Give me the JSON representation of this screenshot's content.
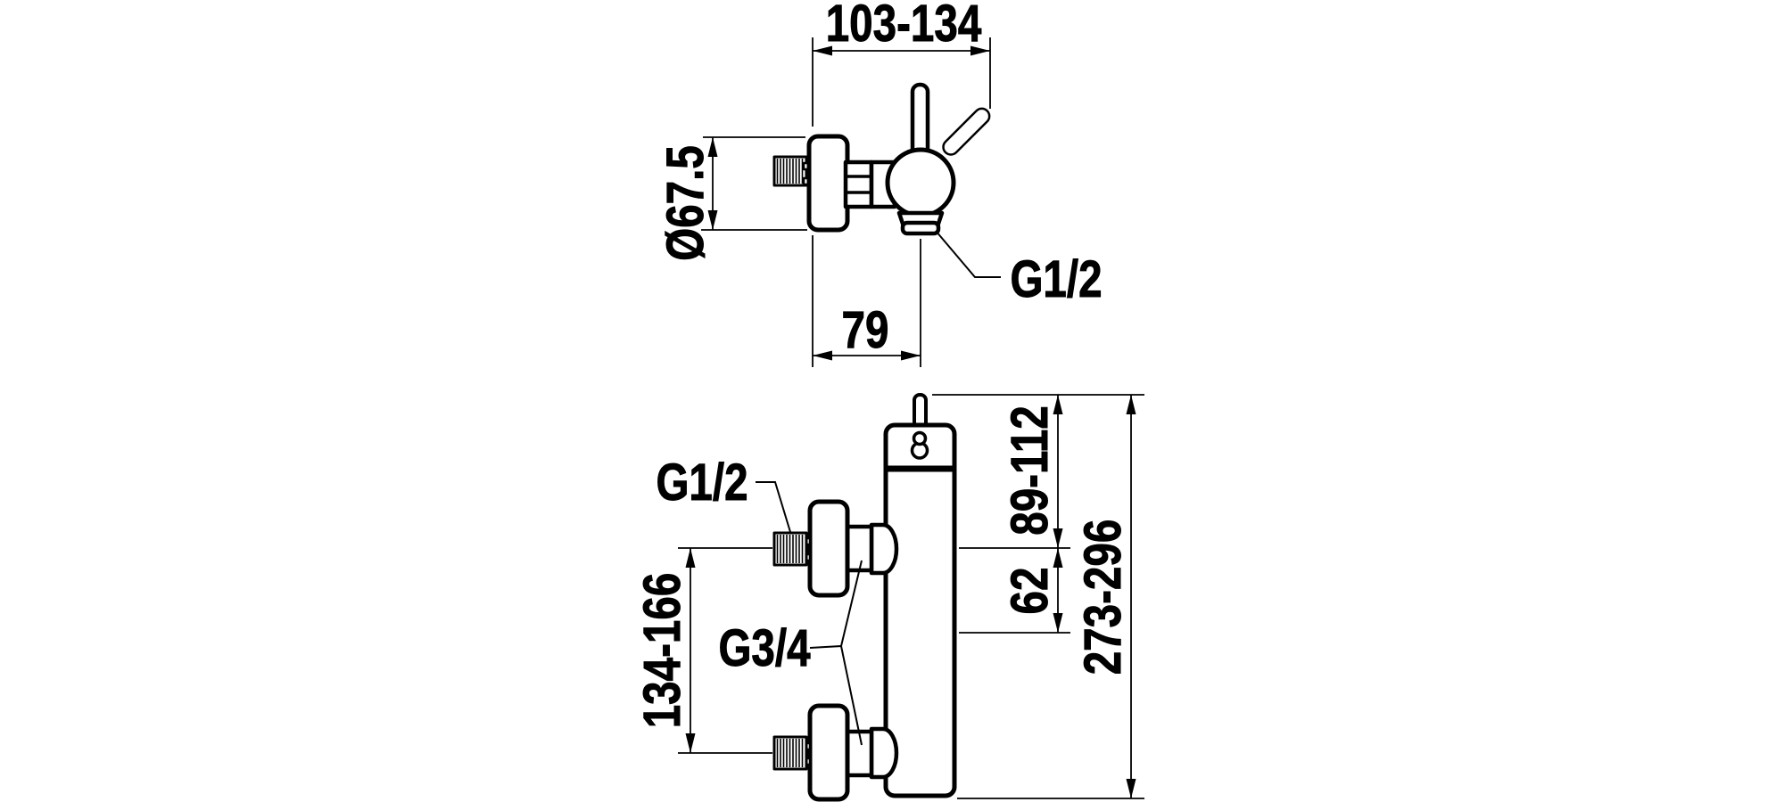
{
  "colors": {
    "ink": "#000000",
    "paper": "#ffffff"
  },
  "plan_view": {
    "dim_depth_range": "103-134",
    "dim_escutcheon_diameter": "Ø67.5",
    "dim_wall_to_outlet": "79",
    "outlet_thread": "G1/2"
  },
  "front_view": {
    "inlet_thread": "G1/2",
    "union_thread": "G3/4",
    "dim_inlet_spacing": "134-166",
    "dim_top_to_inlet": "89-112",
    "dim_inlet_to_outlet": "62",
    "dim_total_height": "273-296"
  }
}
